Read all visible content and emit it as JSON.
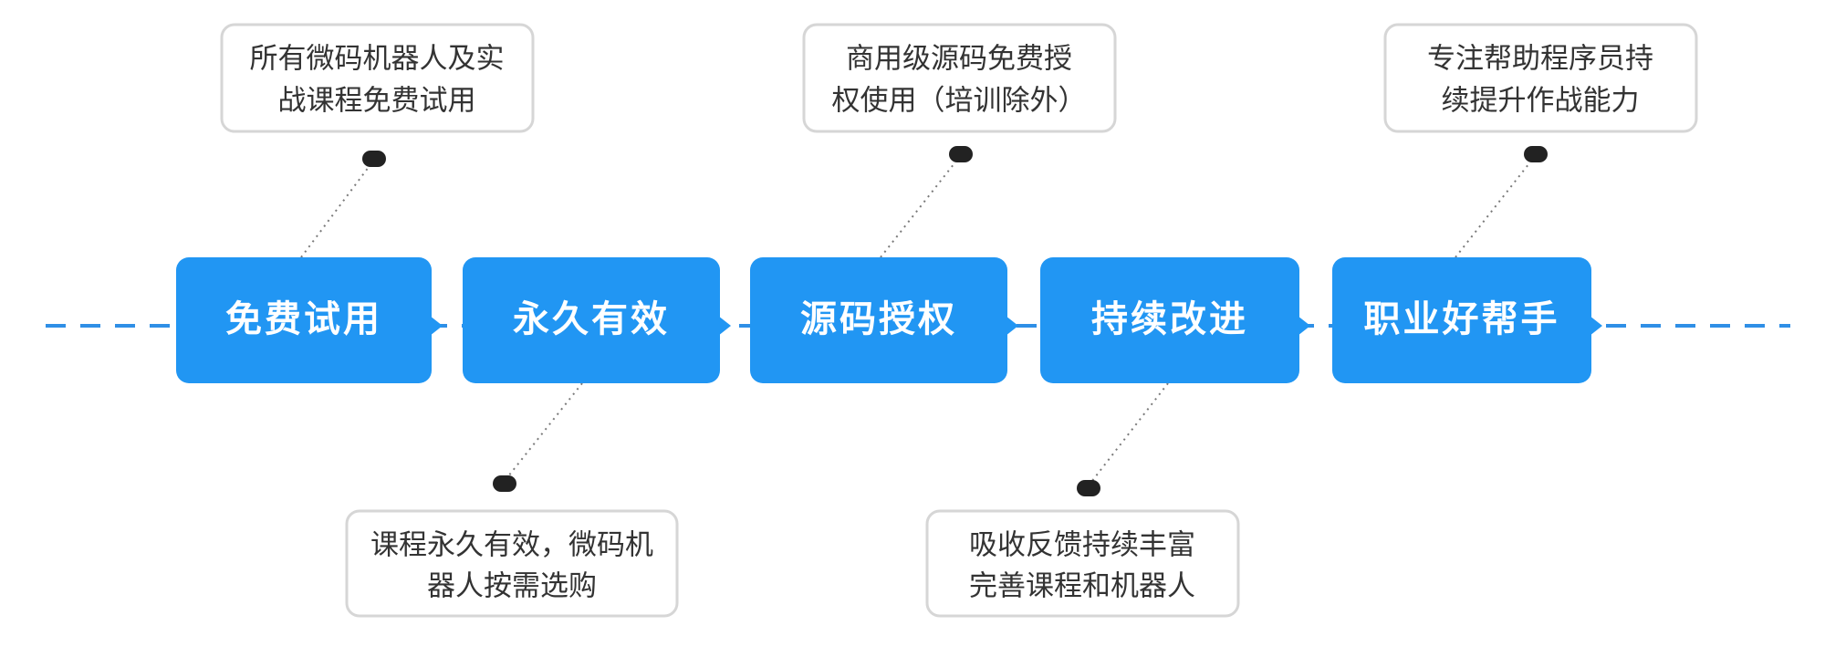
{
  "colors": {
    "step_fill": "#2196f3",
    "step_text": "#ffffff",
    "timeline": "#2f8fe6",
    "note_border": "#d6d6d6",
    "note_text": "#333333",
    "dot": "#222222"
  },
  "steps": [
    {
      "label": "免费试用"
    },
    {
      "label": "永久有效"
    },
    {
      "label": "源码授权"
    },
    {
      "label": "持续改进"
    },
    {
      "label": "职业好帮手"
    }
  ],
  "notes": [
    {
      "step": 0,
      "position": "above",
      "lines": [
        "所有微码机器人及实",
        "战课程免费试用"
      ]
    },
    {
      "step": 1,
      "position": "below",
      "lines": [
        "课程永久有效，微码机",
        "器人按需选购"
      ]
    },
    {
      "step": 2,
      "position": "above",
      "lines": [
        "商用级源码免费授",
        "权使用（培训除外）"
      ]
    },
    {
      "step": 3,
      "position": "below",
      "lines": [
        "吸收反馈持续丰富",
        "完善课程和机器人"
      ]
    },
    {
      "step": 4,
      "position": "above",
      "lines": [
        "专注帮助程序员持",
        "续提升作战能力"
      ]
    }
  ]
}
